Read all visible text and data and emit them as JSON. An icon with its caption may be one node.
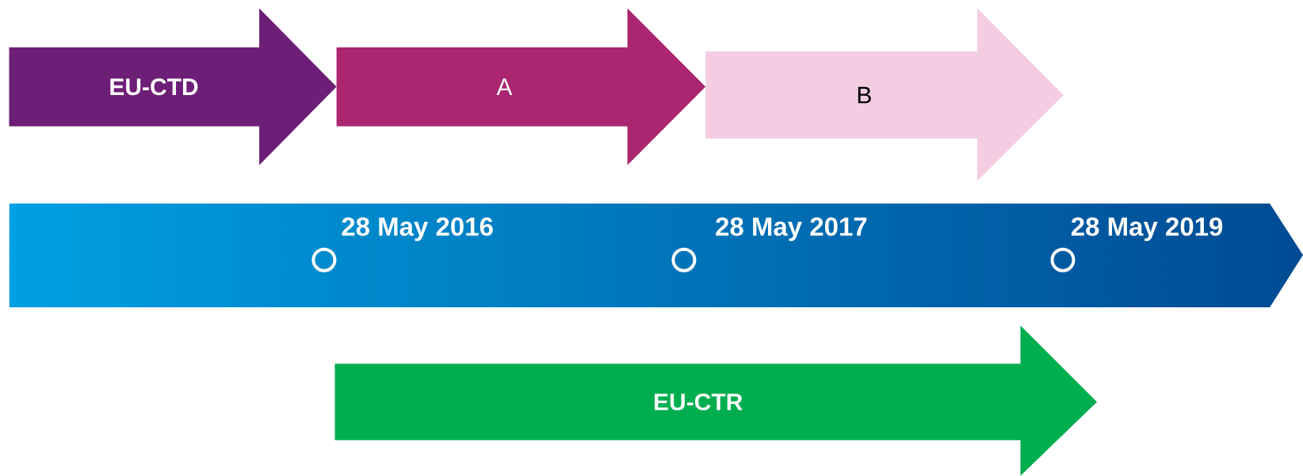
{
  "diagram": {
    "nodes": [
      {
        "text": [
          "EU-CTD"
        ]
      },
      {
        "text": [
          "A"
        ]
      },
      {
        "text": [
          "B"
        ]
      },
      {
        "text": [
          "28 May 2016",
          "28 May 2017",
          "28 May 2019"
        ]
      },
      {
        "text": [
          "EU-CTR"
        ]
      }
    ]
  }
}
